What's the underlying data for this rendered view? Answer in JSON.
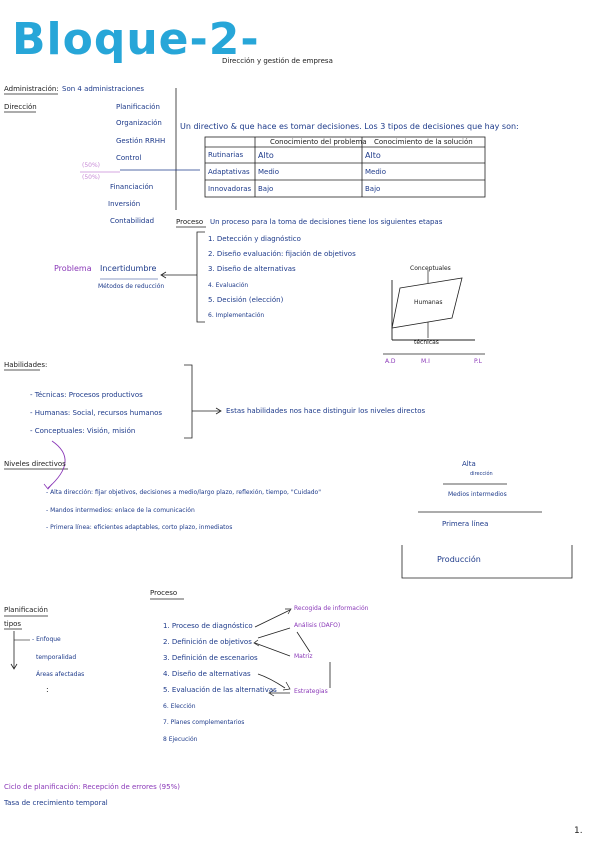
{
  "header": {
    "title": "Bloque-2-",
    "subtitle": "Dirección y gestión de empresa"
  },
  "administracion": {
    "label": "Administración:",
    "text": "Son 4 administraciones",
    "direccion_label": "Dirección",
    "items_right": [
      "Planificación",
      "Organización",
      "Gestión RRHH",
      "Control"
    ],
    "percent_1": "(50%)",
    "percent_2": "(50%)",
    "items_below": [
      "Financiación",
      "Inversión",
      "Contabilidad"
    ],
    "directivo_text": "Un directivo & que hace es tomar decisiones. Los 3 tipos de decisiones que hay son:"
  },
  "table": {
    "headers": [
      "Conocimiento del problema",
      "Conocimiento de la solución"
    ],
    "rows": [
      {
        "label": "Rutinarias",
        "c1": "Alto",
        "c2": "Alto"
      },
      {
        "label": "Adaptativas",
        "c1": "Medio",
        "c2": "Medio"
      },
      {
        "label": "Innovadoras",
        "c1": "Bajo",
        "c2": "Bajo"
      }
    ]
  },
  "proceso1": {
    "label": "Proceso",
    "text": "Un proceso para la toma de decisiones tiene los siguientes etapas",
    "steps": [
      "1. Detección y diagnóstico",
      "2. Diseño evaluación: fijación de objetivos",
      "3. Diseño de alternativas",
      "4. Evaluación",
      "5. Decisión (elección)",
      "6. Implementación"
    ],
    "problema_label": "Problema",
    "incertidumbre": "Incertidumbre",
    "metodos": "Métodos de reducción"
  },
  "diagram1": {
    "conceptuales": "Conceptuales",
    "humanas": "Humanas",
    "tecnicas": "técnicas",
    "axis_labels": [
      "A.D",
      "M.I",
      "P.L"
    ]
  },
  "habilidades": {
    "label": "Habilidades:",
    "items": [
      "- Técnicas: Procesos productivos",
      "- Humanas: Social, recursos humanos",
      "- Conceptuales: Visión, misión"
    ],
    "note": "Estas habilidades nos hace distinguir los niveles directos"
  },
  "niveles": {
    "label": "Niveles directivos",
    "items": [
      "- Alta dirección: fijar objetivos, decisiones a medio/largo plazo, reflexión, tiempo, \"Cuidado\"",
      "- Mandos intermedios: enlace de la comunicación",
      "- Primera línea: eficientes adaptables, corto plazo, inmediatos"
    ],
    "pyramid": {
      "alta": "Alta",
      "alta_sub": "dirección",
      "medios": "Medios intermedios",
      "primera": "Primera línea",
      "produccion": "Producción"
    }
  },
  "planificacion": {
    "label": "Planificación",
    "tipos_label": "tipos",
    "tipos": [
      "- Enfoque",
      "temporalidad",
      "Áreas afectadas",
      ":"
    ]
  },
  "proceso2": {
    "label": "Proceso",
    "steps": [
      "1. Proceso de diagnóstico",
      "2. Definición de objetivos",
      "3. Definición de escenarios",
      "4. Diseño de alternativas",
      "5. Evaluación de las alternativas",
      "6. Elección",
      "7. Planes complementarios",
      "8 Ejecución"
    ],
    "side": {
      "recogida": "Recogida de información",
      "analisis": "Análisis (DAFO)",
      "matriz": "Matriz",
      "estrategias": "Estrategias"
    }
  },
  "footer": {
    "ciclo": "Ciclo de planificación: Recepción de errores (95%)",
    "tasa": "Tasa de crecimiento temporal",
    "page_number": "1."
  }
}
